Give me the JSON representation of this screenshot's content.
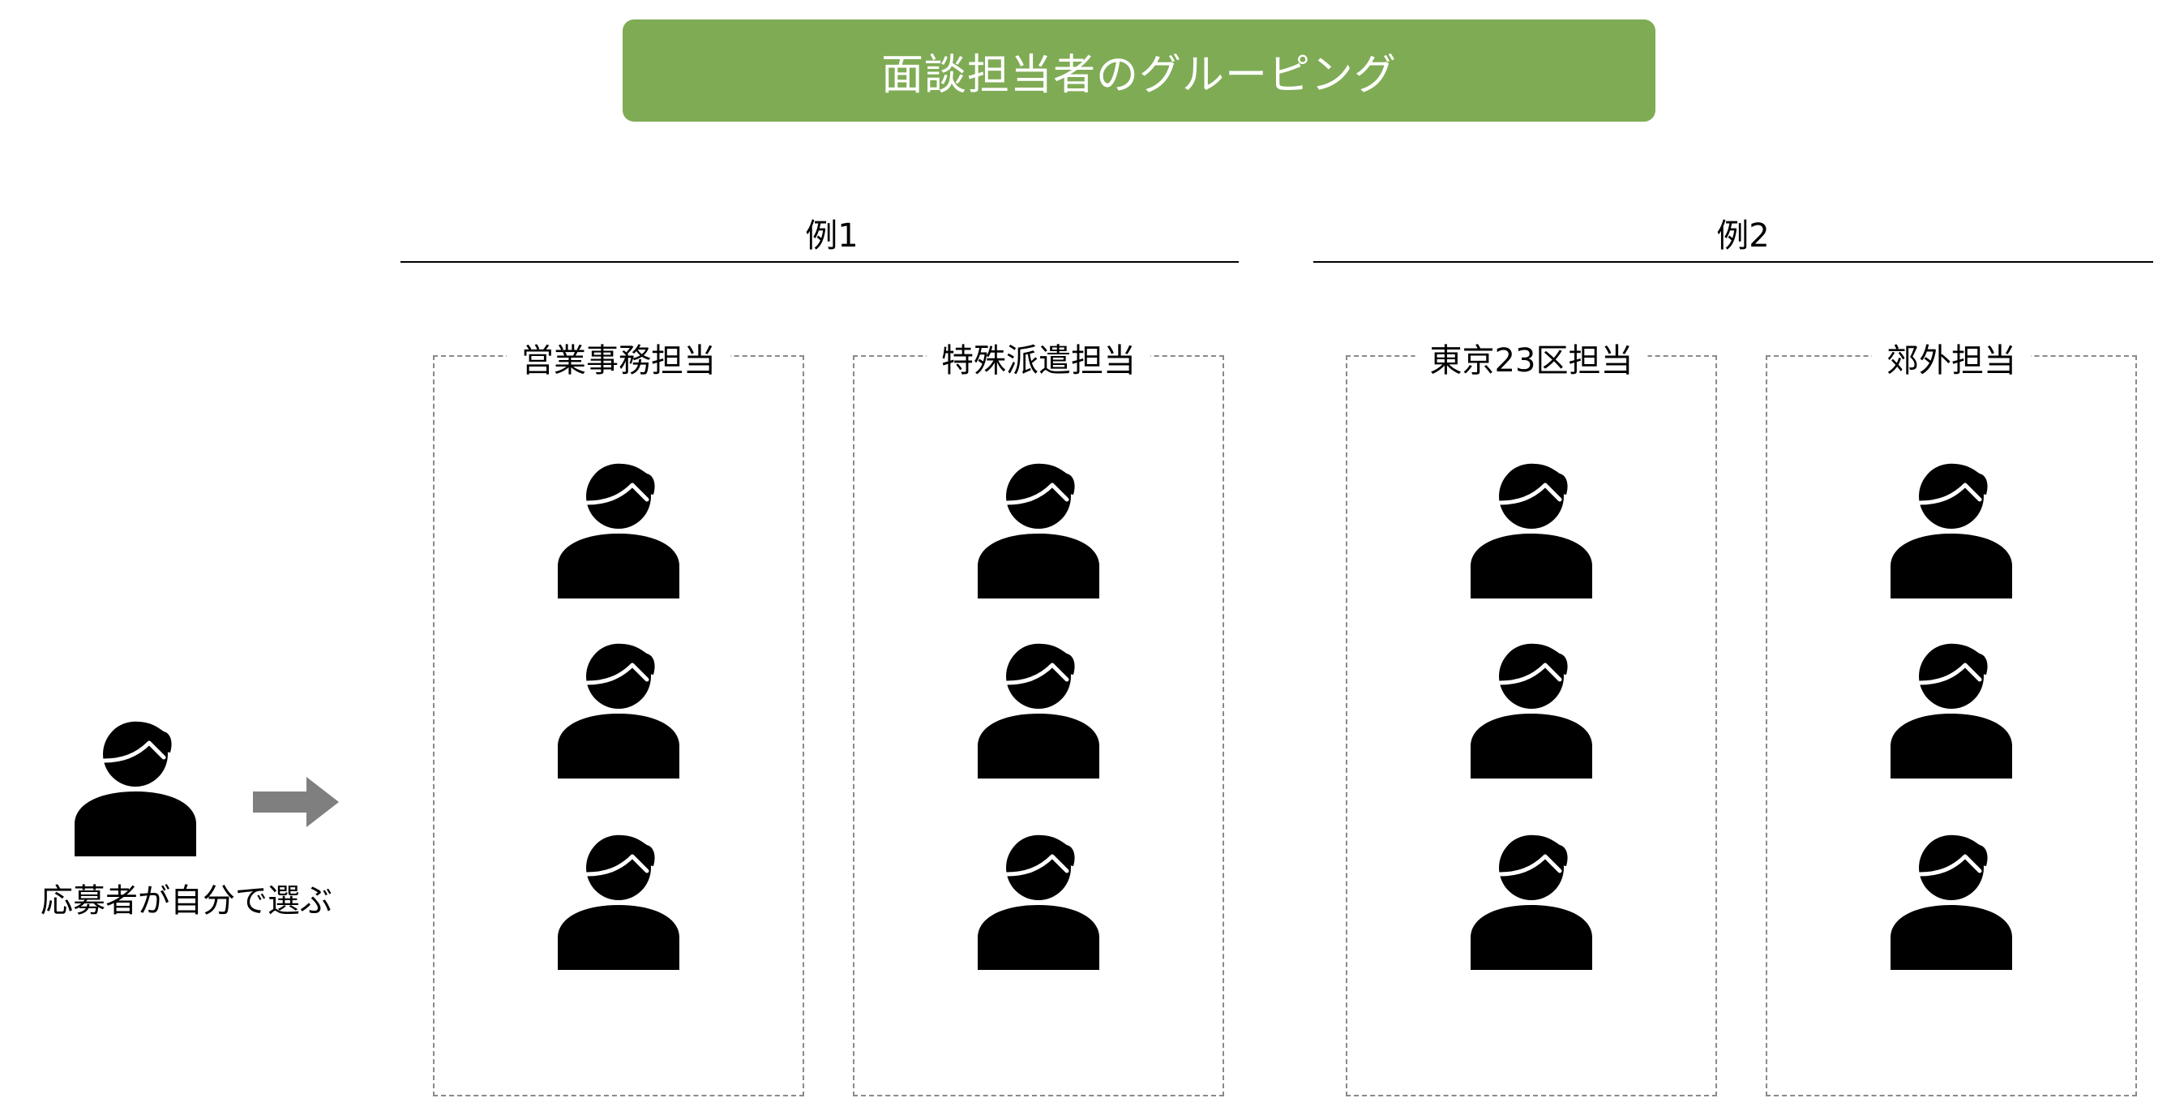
{
  "title": "面談担当者のグルーピング",
  "colors": {
    "banner": "#7fab55",
    "arrow": "#7f7f7f",
    "person": "#000000",
    "box_border": "#8a8a8a"
  },
  "applicant": {
    "caption": "応募者が自分で選ぶ",
    "icon": "person-icon",
    "arrow_icon": "arrow-right-icon"
  },
  "examples": [
    {
      "label": "例1",
      "groups": [
        {
          "name": "営業事務担当",
          "members": 3
        },
        {
          "name": "特殊派遣担当",
          "members": 3
        }
      ]
    },
    {
      "label": "例2",
      "groups": [
        {
          "name": "東京23区担当",
          "members": 3
        },
        {
          "name": "郊外担当",
          "members": 3
        }
      ]
    }
  ]
}
